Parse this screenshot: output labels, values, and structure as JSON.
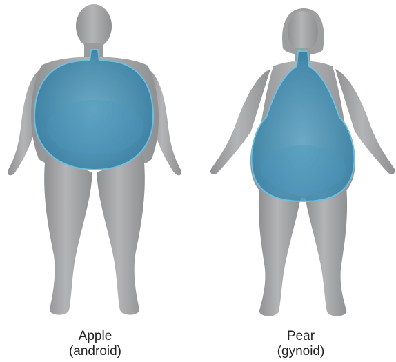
{
  "figures": [
    {
      "id": "apple",
      "label_line1": "Apple",
      "label_line2": "(android)"
    },
    {
      "id": "pear",
      "label_line1": "Pear",
      "label_line2": "(gynoid)"
    }
  ],
  "colors": {
    "body": "#a9aaac",
    "body_shade": "#8f9092",
    "fat_region": "#3f8fb5",
    "fat_region_edge": "#5fb3d8"
  }
}
